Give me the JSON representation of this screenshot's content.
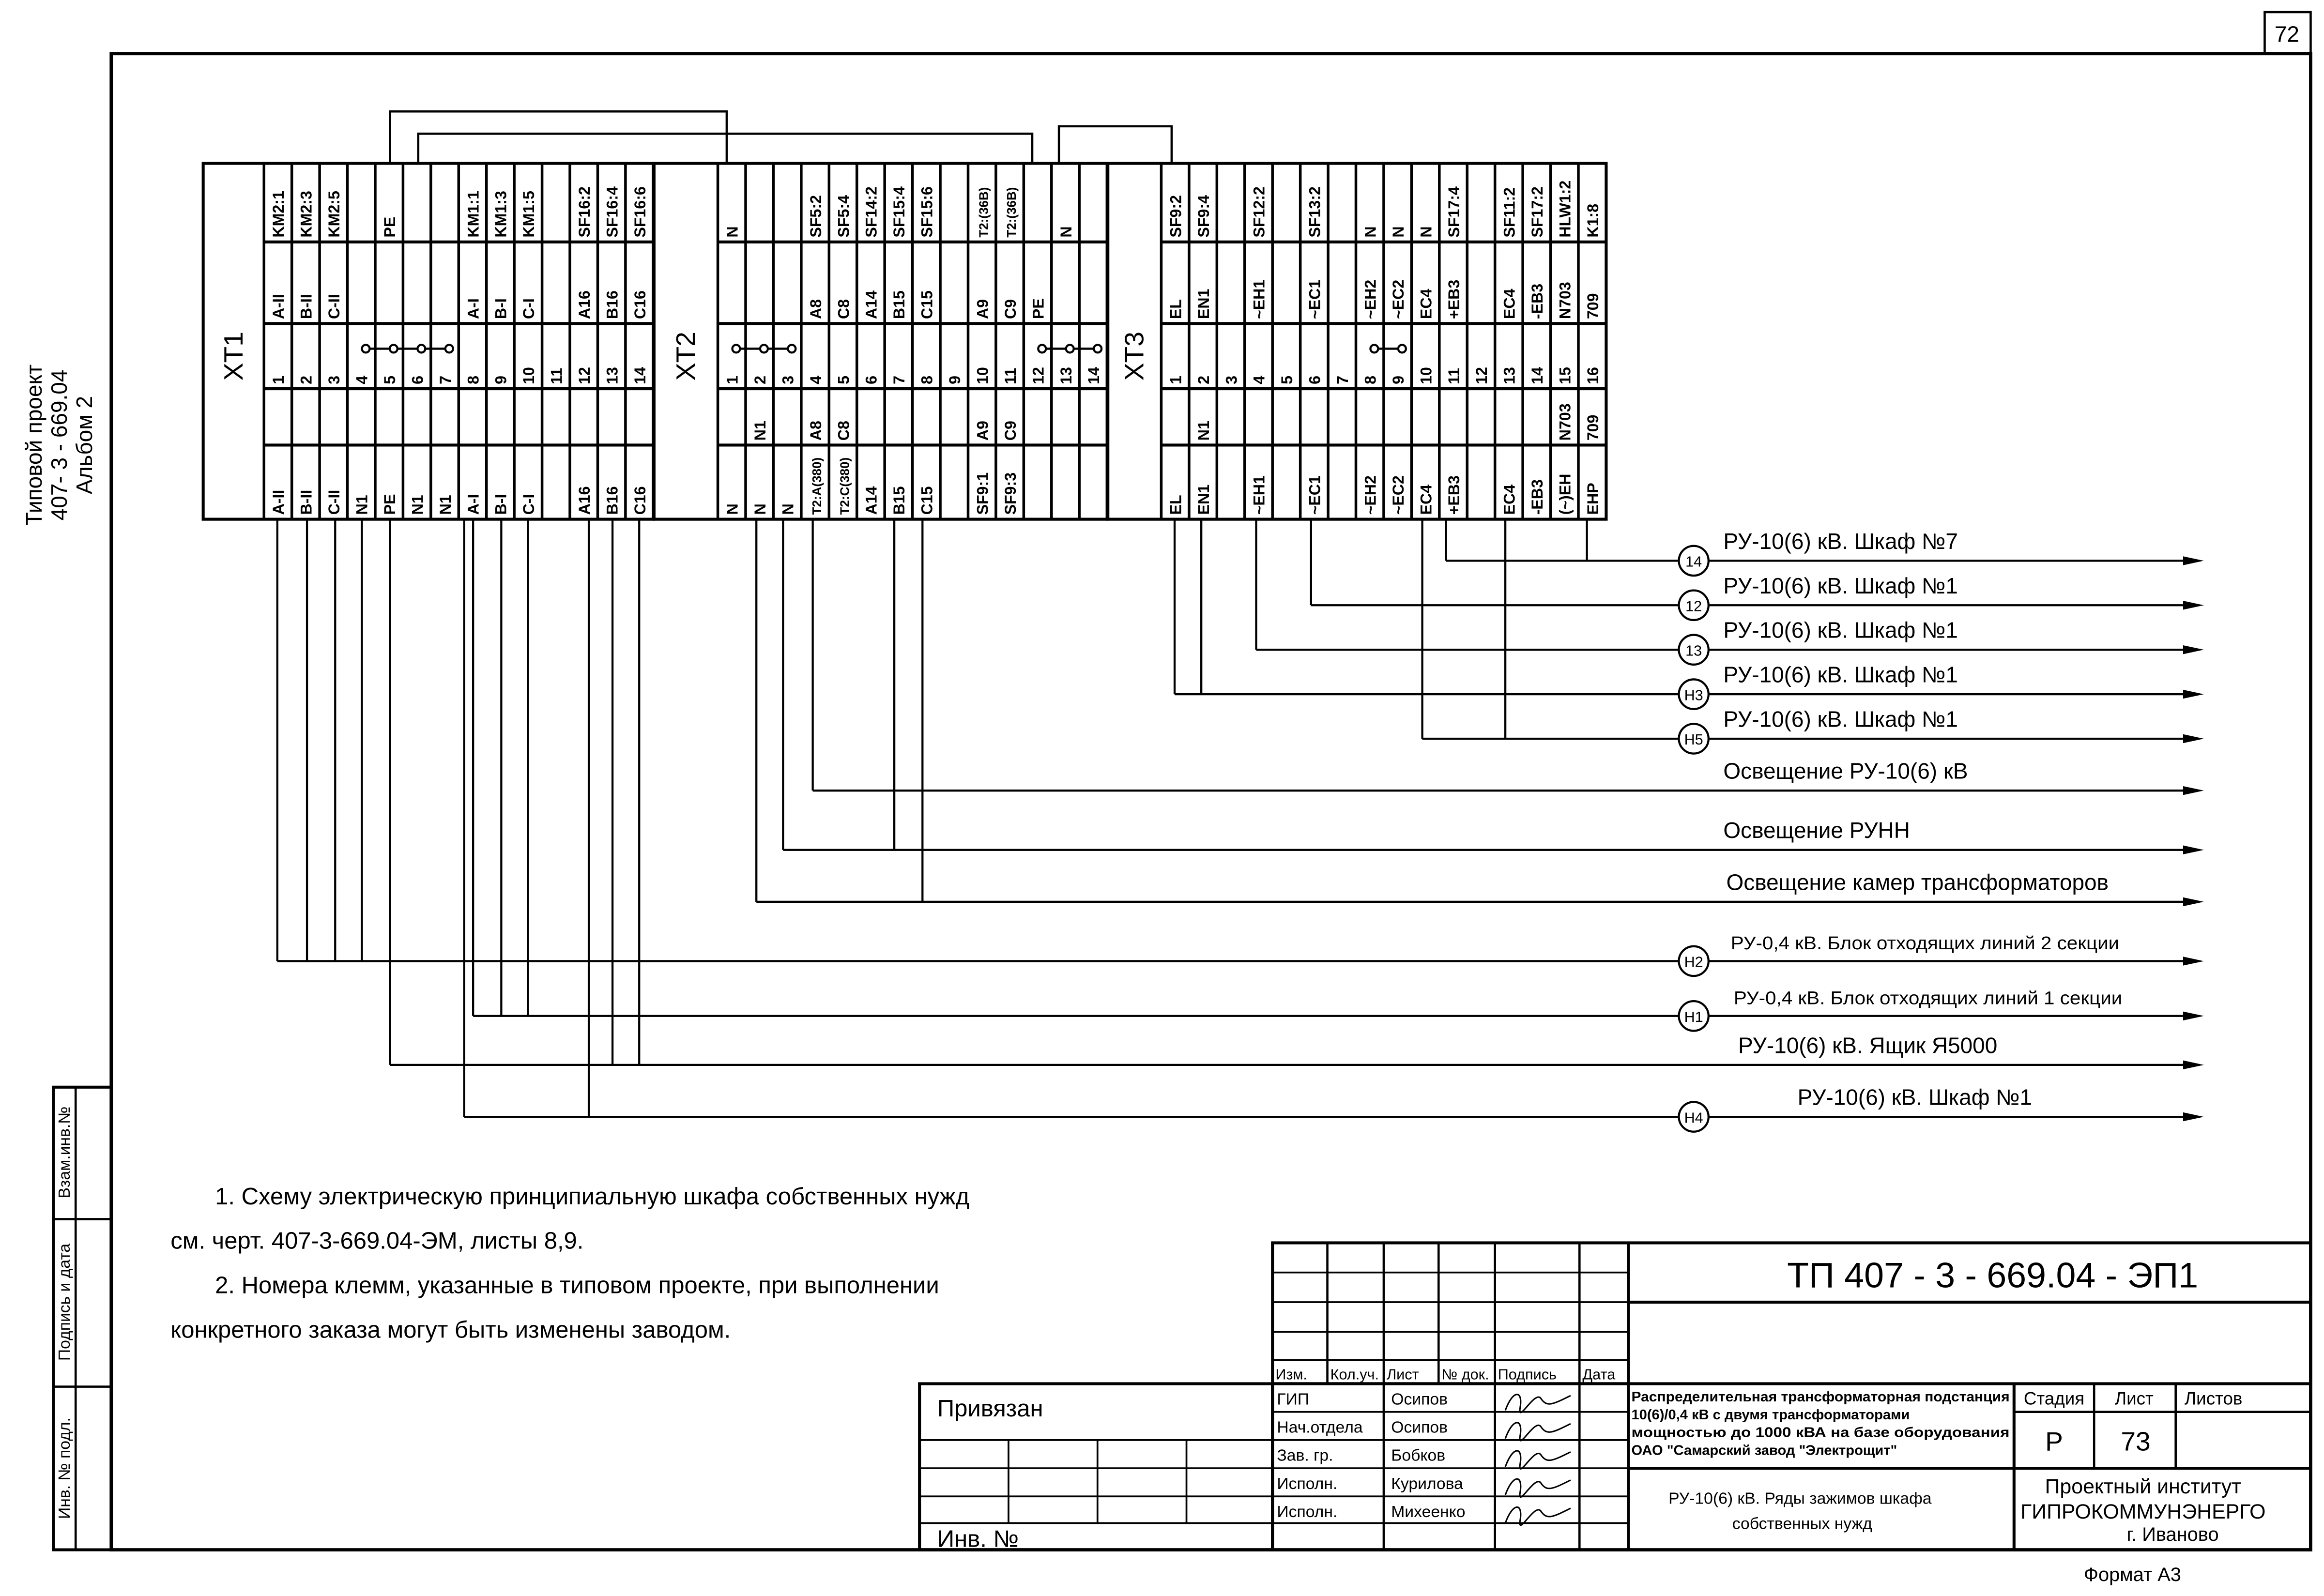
{
  "sheet_number": "72",
  "side_title": {
    "line1": "Типовой проект",
    "line2": "407- 3 - 669.04",
    "line3": "Альбом 2"
  },
  "left_strip": [
    "Взам.инв.№",
    "Подпись и дата",
    "Инв. № подл."
  ],
  "blocks": [
    {
      "name": "XT1",
      "jumpers": [
        [
          4,
          7
        ]
      ],
      "terminals": [
        [
          "KM2:1",
          "A-II",
          "1",
          "",
          "A-II"
        ],
        [
          "KM2:3",
          "B-II",
          "2",
          "",
          "B-II"
        ],
        [
          "KM2:5",
          "C-II",
          "3",
          "",
          "C-II"
        ],
        [
          "",
          "",
          "4",
          "",
          "N1"
        ],
        [
          "PE",
          "",
          "5",
          "",
          "PE"
        ],
        [
          "",
          "",
          "6",
          "",
          "N1"
        ],
        [
          "",
          "",
          "7",
          "",
          "N1"
        ],
        [
          "KM1:1",
          "A-I",
          "8",
          "",
          "A-I"
        ],
        [
          "KM1:3",
          "B-I",
          "9",
          "",
          "B-I"
        ],
        [
          "KM1:5",
          "C-I",
          "10",
          "",
          "C-I"
        ],
        [
          "",
          "",
          "11",
          "",
          ""
        ],
        [
          "SF16:2",
          "A16",
          "12",
          "",
          "A16"
        ],
        [
          "SF16:4",
          "B16",
          "13",
          "",
          "B16"
        ],
        [
          "SF16:6",
          "C16",
          "14",
          "",
          "C16"
        ]
      ]
    },
    {
      "name": "XT2",
      "jumpers": [
        [
          1,
          3
        ],
        [
          12,
          14
        ]
      ],
      "terminals": [
        [
          "N",
          "",
          "1",
          "",
          "N"
        ],
        [
          "",
          "",
          "2",
          "N1",
          "N"
        ],
        [
          "",
          "",
          "3",
          "",
          "N"
        ],
        [
          "SF5:2",
          "A8",
          "4",
          "A8",
          "T2:A(380)"
        ],
        [
          "SF5:4",
          "C8",
          "5",
          "C8",
          "T2:C(380)"
        ],
        [
          "SF14:2",
          "A14",
          "6",
          "",
          "A14"
        ],
        [
          "SF15:4",
          "B15",
          "7",
          "",
          "B15"
        ],
        [
          "SF15:6",
          "C15",
          "8",
          "",
          "C15"
        ],
        [
          "",
          "",
          "9",
          "",
          ""
        ],
        [
          "T2:(36B)",
          "A9",
          "10",
          "A9",
          "SF9:1"
        ],
        [
          "T2:(36B)",
          "C9",
          "11",
          "C9",
          "SF9:3"
        ],
        [
          "",
          "PE",
          "12",
          "",
          ""
        ],
        [
          "N",
          "",
          "13",
          "",
          ""
        ],
        [
          "",
          "",
          "14",
          "",
          ""
        ]
      ]
    },
    {
      "name": "XT3",
      "jumpers": [
        [
          8,
          9
        ]
      ],
      "terminals": [
        [
          "SF9:2",
          "EL",
          "1",
          "",
          "EL"
        ],
        [
          "SF9:4",
          "EN1",
          "2",
          "N1",
          "EN1"
        ],
        [
          "",
          "",
          "3",
          "",
          ""
        ],
        [
          "SF12:2",
          "~EH1",
          "4",
          "",
          "~EH1"
        ],
        [
          "",
          "",
          "5",
          "",
          ""
        ],
        [
          "SF13:2",
          "~EC1",
          "6",
          "",
          "~EC1"
        ],
        [
          "",
          "",
          "7",
          "",
          ""
        ],
        [
          "N",
          "~EH2",
          "8",
          "",
          "~EH2"
        ],
        [
          "N",
          "~EC2",
          "9",
          "",
          "~EC2"
        ],
        [
          "N",
          "EC4",
          "10",
          "",
          "EC4"
        ],
        [
          "SF17:4",
          "+EB3",
          "11",
          "",
          "+EB3"
        ],
        [
          "",
          "",
          "12",
          "",
          ""
        ],
        [
          "SF11:2",
          "EC4",
          "13",
          "",
          "EC4"
        ],
        [
          "SF17:2",
          "-EB3",
          "14",
          "",
          "-EB3"
        ],
        [
          "HLW1:2",
          "N703",
          "15",
          "N703",
          "(~)EH"
        ],
        [
          "K1:8",
          "709",
          "16",
          "709",
          "EHP"
        ]
      ]
    }
  ],
  "outputs": [
    {
      "marker": "14",
      "label": "РУ-10(6) кВ. Шкаф №7"
    },
    {
      "marker": "12",
      "label": "РУ-10(6) кВ. Шкаф №1"
    },
    {
      "marker": "13",
      "label": "РУ-10(6) кВ. Шкаф №1"
    },
    {
      "marker": "Н3",
      "label": "РУ-10(6) кВ. Шкаф №1"
    },
    {
      "marker": "Н5",
      "label": "РУ-10(6) кВ. Шкаф №1"
    },
    {
      "marker": "",
      "label": "Освещение РУ-10(6) кВ"
    },
    {
      "marker": "",
      "label": "Освещение РУНН"
    },
    {
      "marker": "",
      "label": "Освещение камер трансформаторов"
    },
    {
      "marker": "Н2",
      "label": "РУ-0,4 кВ. Блок отходящих линий 2 секции"
    },
    {
      "marker": "Н1",
      "label": "РУ-0,4 кВ. Блок отходящих линий 1 секции"
    },
    {
      "marker": "",
      "label": "РУ-10(6) кВ. Ящик Я5000"
    },
    {
      "marker": "Н4",
      "label": "РУ-10(6) кВ. Шкаф №1"
    }
  ],
  "notes": [
    "1. Схему электрическую принципиальную шкафа собственных нужд",
    "см. черт. 407-3-669.04-ЭМ, листы 8,9.",
    "2. Номера клемм, указанные в типовом проекте, при выполнении",
    "конкретного заказа могут быть изменены заводом."
  ],
  "title_block": {
    "doc_code": "ТП  407 - 3 - 669.04 - ЭП1",
    "headers": [
      "Изм.",
      "Кол.уч.",
      "Лист",
      "№ док.",
      "Подпись",
      "Дата"
    ],
    "roles": [
      {
        "role": "ГИП",
        "name": "Осипов"
      },
      {
        "role": "Нач.отдела",
        "name": "Осипов"
      },
      {
        "role": "Зав. гр.",
        "name": "Бобков"
      },
      {
        "role": "Исполн.",
        "name": "Курилова"
      },
      {
        "role": "Исполн.",
        "name": "Михеенко"
      }
    ],
    "project": [
      "Распределительная трансформаторная подстанция",
      "10(6)/0,4 кВ с двумя трансформаторами",
      "мощностью до 1000 кВА на базе оборудования",
      "ОАО \"Самарский завод \"Электрощит\""
    ],
    "sheet_title": [
      "РУ-10(6) кВ. Ряды зажимов  шкафа",
      "собственных нужд"
    ],
    "stage_label": "Стадия",
    "sheet_label": "Лист",
    "sheets_label": "Листов",
    "stage": "Р",
    "sheet": "73",
    "org": [
      "Проектный институт",
      "ГИПРОКОММУНЭНЕРГО",
      "г. Иваново"
    ],
    "bound_label": "Привязан",
    "inv_label": "Инв. №"
  },
  "format": "Формат А3"
}
